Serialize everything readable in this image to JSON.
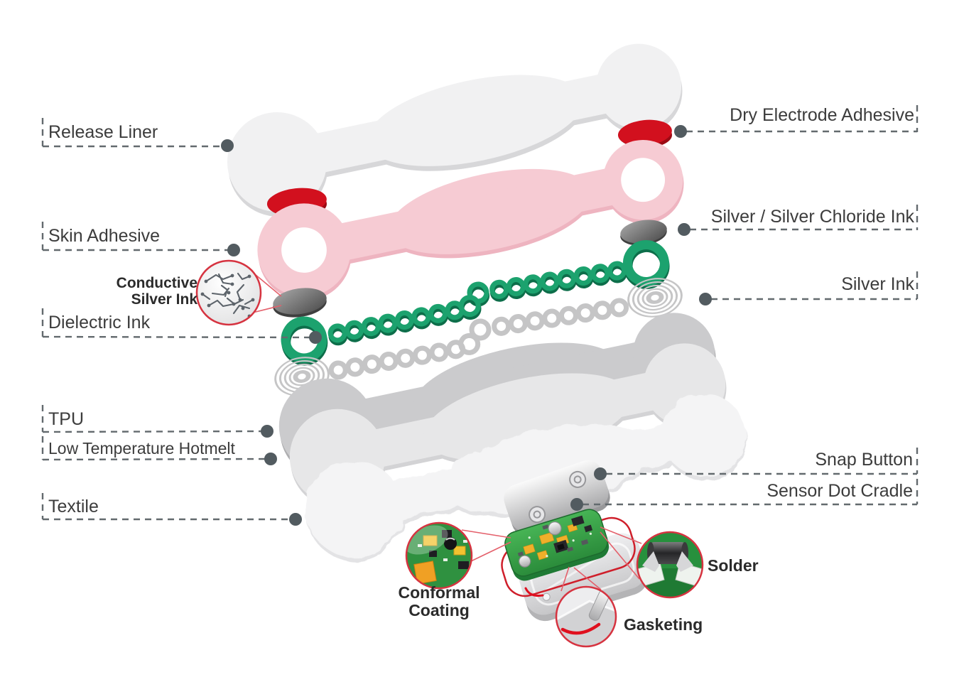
{
  "labels": {
    "release_liner": "Release Liner",
    "skin_adhesive": "Skin Adhesive",
    "conductive_line1": "Conductive",
    "conductive_line2": "Silver Ink",
    "dielectric_ink": "Dielectric Ink",
    "tpu": "TPU",
    "low_temperature_hotmelt": "Low Temperature Hotmelt",
    "textile": "Textile",
    "dry_electrode_adhesive": "Dry Electrode Adhesive",
    "silver_silver_chloride_ink": "Silver / Silver Chloride Ink",
    "silver_ink": "Silver Ink",
    "snap_button": "Snap Button",
    "sensor_dot_cradle": "Sensor Dot Cradle",
    "conformal_line1": "Conformal",
    "conformal_line2": "Coating",
    "solder": "Solder",
    "gasketing": "Gasketing"
  },
  "colors": {
    "red": "#d2101e",
    "pink": "#f6cbd3",
    "green": "#1ca26e",
    "green_dark": "#0d6e4a",
    "gray_trace": "#c5c5c6",
    "label_text": "#3c3c3c",
    "leader": "#636a6e",
    "magnifier_ring": "#d63340"
  }
}
